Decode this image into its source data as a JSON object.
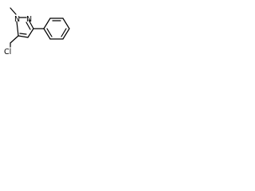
{
  "structure": {
    "atom_labels": {
      "methyl_nitrogen": "N",
      "ring_nitrogen": "N",
      "chlorine": "Cl"
    },
    "bond_color": "#000000",
    "background_color": "#ffffff"
  }
}
